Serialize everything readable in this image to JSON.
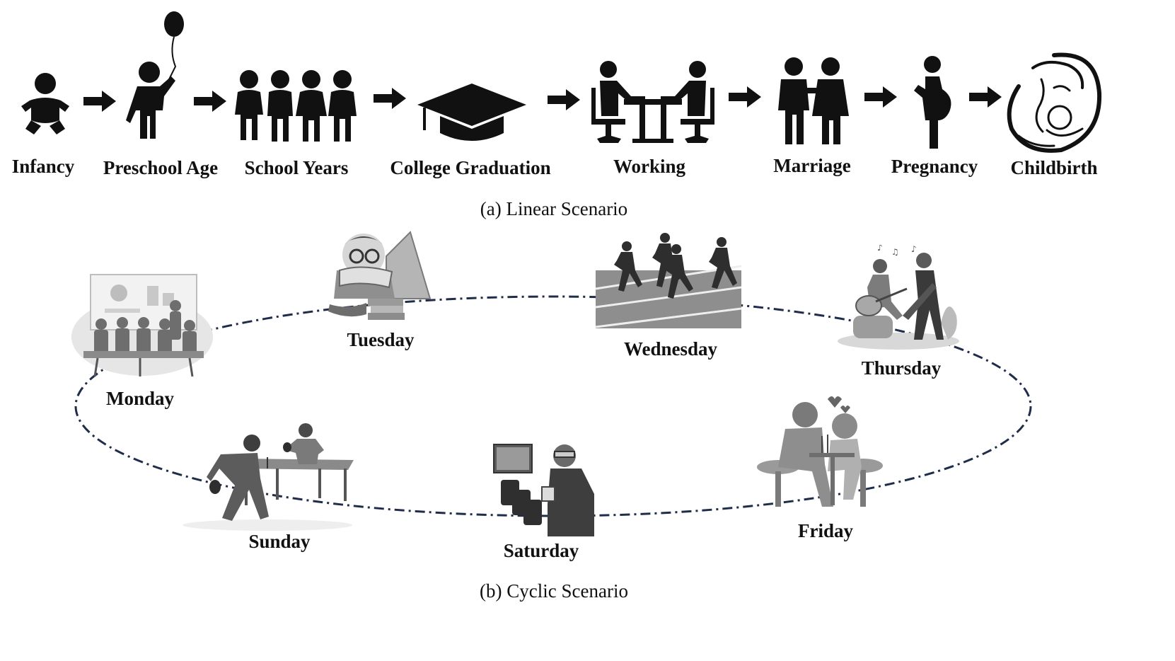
{
  "linear": {
    "stages": [
      {
        "id": "infancy",
        "label": "Infancy",
        "icon": "baby-icon"
      },
      {
        "id": "preschool",
        "label": "Preschool Age",
        "icon": "child-with-balloon-icon"
      },
      {
        "id": "school",
        "label": "School Years",
        "icon": "group-of-children-icon"
      },
      {
        "id": "college",
        "label": "College Graduation",
        "icon": "graduation-cap-icon"
      },
      {
        "id": "working",
        "label": "Working",
        "icon": "people-at-desk-icon"
      },
      {
        "id": "marriage",
        "label": "Marriage",
        "icon": "couple-icon"
      },
      {
        "id": "pregnancy",
        "label": "Pregnancy",
        "icon": "pregnant-woman-icon"
      },
      {
        "id": "childbirth",
        "label": "Childbirth",
        "icon": "mother-and-baby-icon"
      }
    ],
    "caption": "(a) Linear Scenario"
  },
  "cyclic": {
    "days": [
      {
        "id": "monday",
        "label": "Monday",
        "scene": "meeting-scene"
      },
      {
        "id": "tuesday",
        "label": "Tuesday",
        "scene": "reading-scene"
      },
      {
        "id": "wednesday",
        "label": "Wednesday",
        "scene": "running-scene"
      },
      {
        "id": "thursday",
        "label": "Thursday",
        "scene": "music-scene"
      },
      {
        "id": "friday",
        "label": "Friday",
        "scene": "dating-scene"
      },
      {
        "id": "saturday",
        "label": "Saturday",
        "scene": "cinema-scene"
      },
      {
        "id": "sunday",
        "label": "Sunday",
        "scene": "table-tennis-scene"
      }
    ],
    "caption": "(b) Cyclic Scenario",
    "ellipse_color": "#1f2d4a"
  }
}
